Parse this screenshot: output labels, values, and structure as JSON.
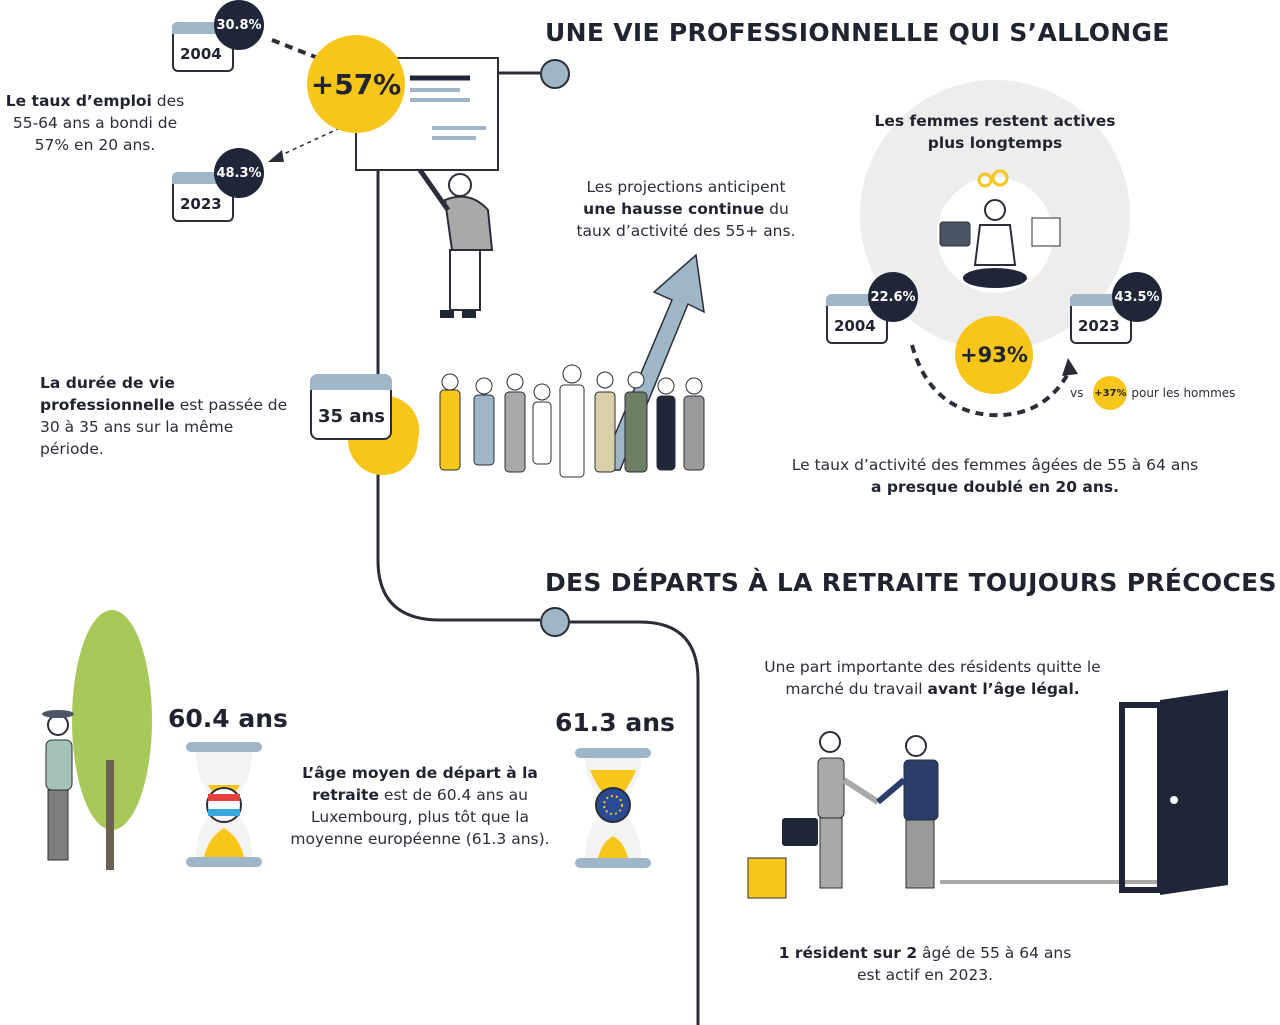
{
  "colors": {
    "yellow": "#f8c51a",
    "navy": "#1e2638",
    "blue_gray": "#9fb6c9",
    "light_gray": "#ededed",
    "green": "#a8c95a"
  },
  "section1": {
    "title": "UNE VIE PROFESSIONNELLE QUI S’ALLONGE",
    "employment": {
      "year_start": "2004",
      "value_start": "30.8%",
      "year_end": "2023",
      "value_end": "48.3%",
      "growth": "+57%",
      "text_bold": "Le taux d’emploi",
      "text_rest": " des 55-64 ans a bondi de 57% en 20 ans."
    },
    "career": {
      "calendar_label": "35 ans",
      "text_bold": "La durée de vie professionnelle",
      "text_rest": " est passée de 30 à 35 ans sur la même période."
    },
    "projection": {
      "pre": "Les projections anticipent ",
      "bold": "une hausse continue",
      "post": " du taux d’activité des 55+ ans."
    },
    "women": {
      "title": "Les femmes restent actives plus longtemps",
      "year_start": "2004",
      "value_start": "22.6%",
      "year_end": "2023",
      "value_end": "43.5%",
      "growth": "+93%",
      "vs_label": "vs",
      "men_value": "+37%",
      "men_label": "pour les hommes",
      "text_normal": "Le taux d’activité des femmes âgées de 55 à 64 ans",
      "text_bold": "a presque doublé en 20 ans."
    }
  },
  "section2": {
    "title": "DES DÉPARTS À LA RETRAITE TOUJOURS PRÉCOCES",
    "lux_age": "60.4 ans",
    "eu_age": "61.3 ans",
    "retire_bold": "L’âge moyen de départ à la retraite",
    "retire_rest": " est de 60.4 ans au Luxembourg, plus tôt que la moyenne européenne (61.3 ans).",
    "legal_normal": "Une part importante des résidents quitte le marché du travail ",
    "legal_bold": "avant l’âge légal.",
    "resident_bold": "1 résident sur 2",
    "resident_rest": " âgé de 55 à 64 ans est actif en 2023."
  }
}
